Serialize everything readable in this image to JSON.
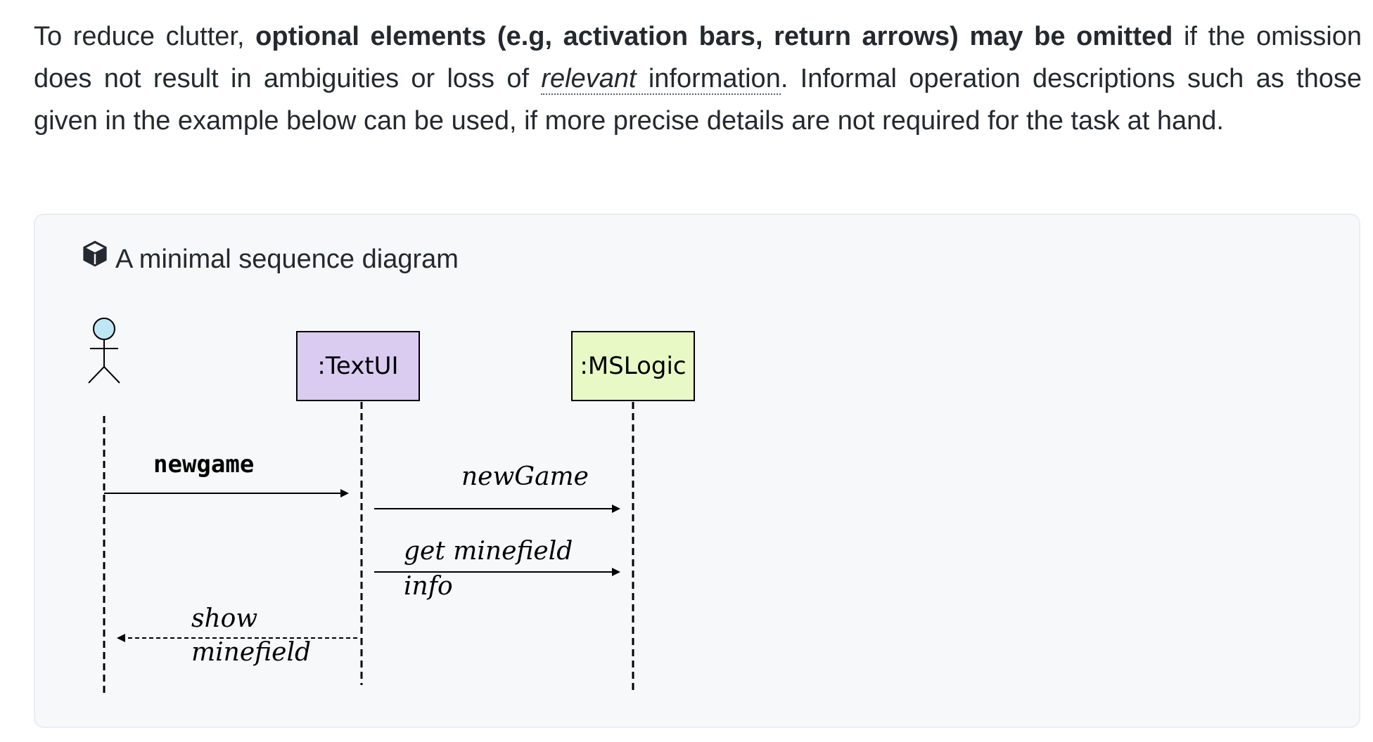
{
  "paragraph": {
    "p1": "To reduce clutter, ",
    "bold": "optional elements (e.g, activation bars, return arrows) may be omitted",
    "p2": " if the omission does not result in ambiguities or loss of ",
    "relevant": "relevant",
    "p3": " ",
    "information": "information",
    "p4": ". Informal operation descriptions such as those given in the example below can be used, if more precise details are not required for the task at hand."
  },
  "card": {
    "icon": "box-icon",
    "title": "A minimal sequence diagram"
  },
  "diagram": {
    "participants": [
      {
        "name": ":TextUI",
        "color": "#d9ccf0"
      },
      {
        "name": ":MSLogic",
        "color": "#e8f9c6"
      }
    ],
    "actor_color": "#bfe6f5",
    "messages": {
      "m1": "newgame",
      "m2": "newGame",
      "m3a": "get minefield",
      "m3b": "info",
      "m4a": "show",
      "m4b": "minefield"
    }
  }
}
